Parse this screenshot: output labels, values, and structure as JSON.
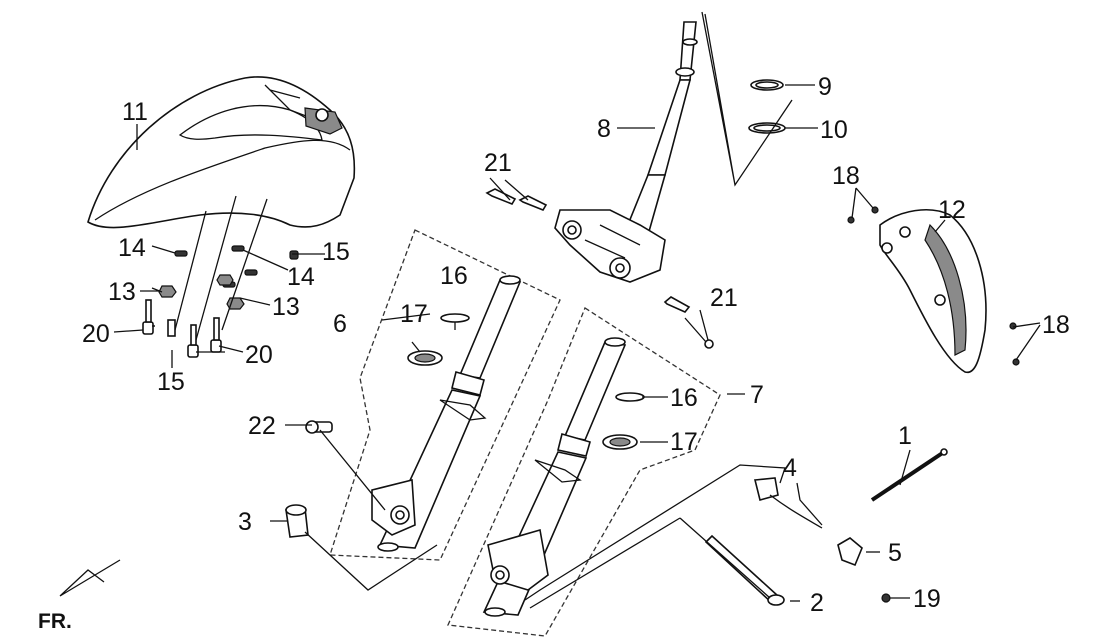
{
  "callouts": [
    {
      "id": "c1",
      "text": "1"
    },
    {
      "id": "c2",
      "text": "2"
    },
    {
      "id": "c3",
      "text": "3"
    },
    {
      "id": "c4",
      "text": "4"
    },
    {
      "id": "c5",
      "text": "5"
    },
    {
      "id": "c6",
      "text": "6"
    },
    {
      "id": "c7",
      "text": "7"
    },
    {
      "id": "c8",
      "text": "8"
    },
    {
      "id": "c9",
      "text": "9"
    },
    {
      "id": "c10",
      "text": "10"
    },
    {
      "id": "c11",
      "text": "11"
    },
    {
      "id": "c12",
      "text": "12"
    },
    {
      "id": "c13a",
      "text": "13"
    },
    {
      "id": "c13b",
      "text": "13"
    },
    {
      "id": "c14a",
      "text": "14"
    },
    {
      "id": "c14b",
      "text": "14"
    },
    {
      "id": "c15a",
      "text": "15"
    },
    {
      "id": "c15b",
      "text": "15"
    },
    {
      "id": "c16a",
      "text": "16"
    },
    {
      "id": "c16b",
      "text": "16"
    },
    {
      "id": "c17a",
      "text": "17"
    },
    {
      "id": "c17b",
      "text": "17"
    },
    {
      "id": "c18a",
      "text": "18"
    },
    {
      "id": "c18b",
      "text": "18"
    },
    {
      "id": "c19",
      "text": "19"
    },
    {
      "id": "c20a",
      "text": "20"
    },
    {
      "id": "c20b",
      "text": "20"
    },
    {
      "id": "c21a",
      "text": "21"
    },
    {
      "id": "c21b",
      "text": "21"
    },
    {
      "id": "c22",
      "text": "22"
    }
  ],
  "direction_marker": {
    "text": "FR.",
    "icon": "front-direction-arrow-icon"
  }
}
